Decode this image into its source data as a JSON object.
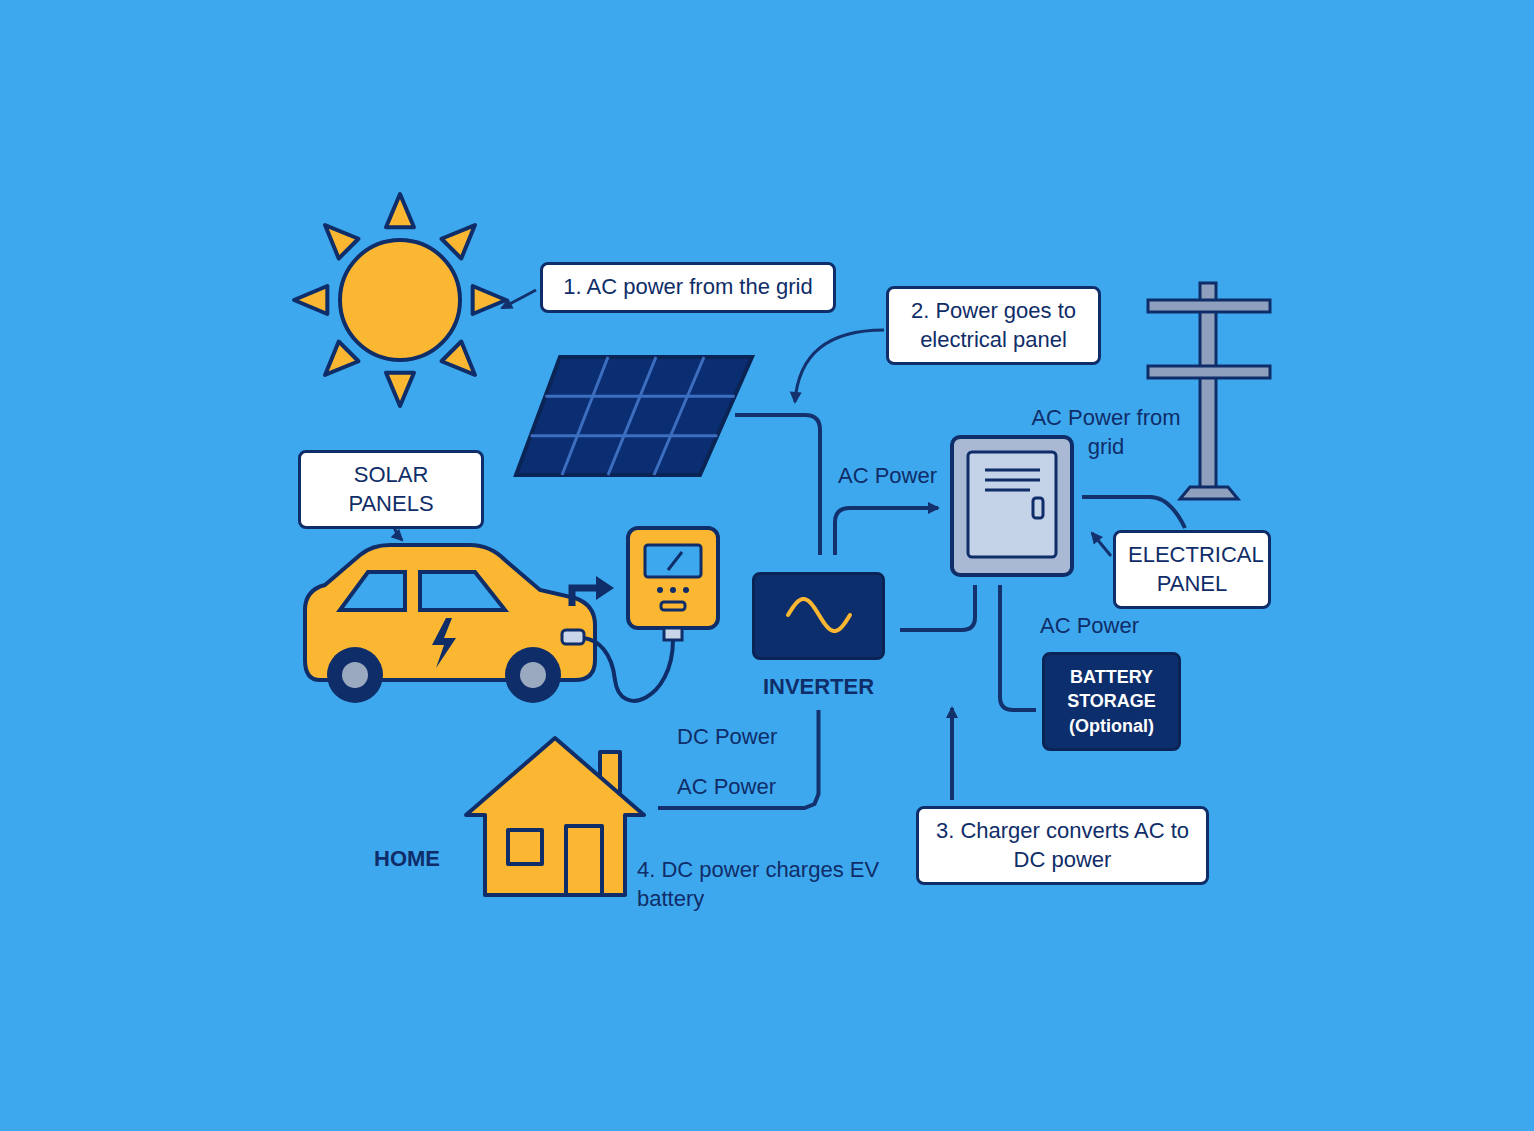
{
  "diagram": {
    "nodes": [
      {
        "text": [
          "1. AC power from the grid"
        ]
      },
      {
        "text": [
          "2. Power goes to electrical panel"
        ]
      },
      {
        "text": [
          "SOLAR PANELS"
        ]
      },
      {
        "text": [
          "INVERTER"
        ]
      },
      {
        "text": [
          "ELECTRICAL PANEL"
        ]
      },
      {
        "text": [
          "BATTERY STORAGE (Optional)"
        ]
      },
      {
        "text": [
          "HOME"
        ]
      },
      {
        "text": [
          "3. Charger converts AC to DC power"
        ]
      }
    ],
    "edges": [
      {
        "from": 3,
        "to": 6,
        "arrow": "none"
      }
    ],
    "labels": [
      "AC Power from grid",
      "AC Power",
      "AC Power",
      "DC Power",
      "AC Power",
      "4. DC power charges EV battery"
    ]
  }
}
